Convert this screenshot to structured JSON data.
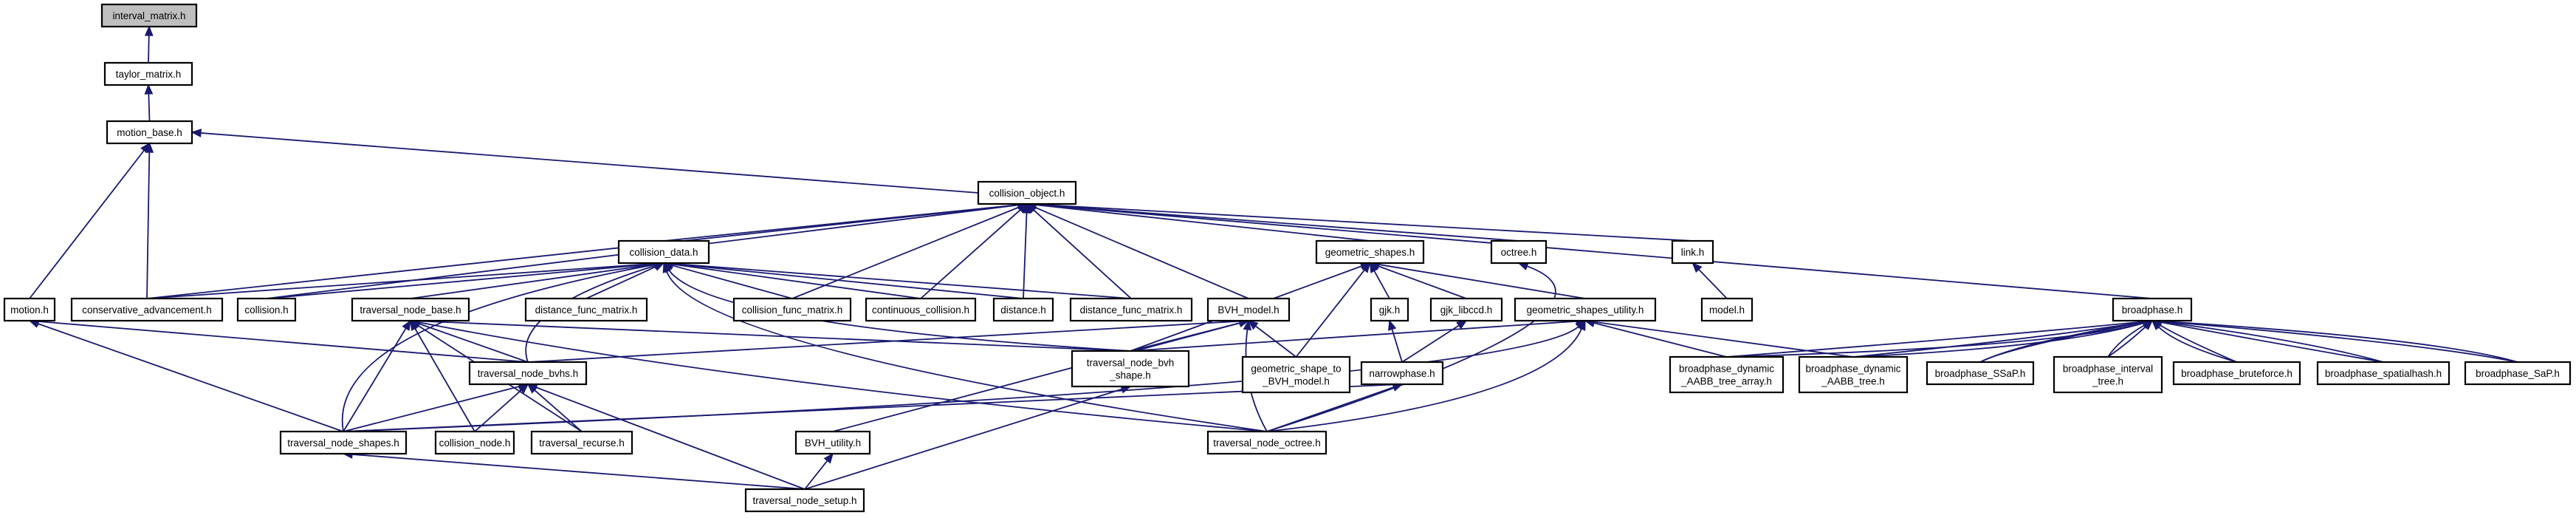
{
  "colors": {
    "edge": "#191970",
    "node_fill": "#ffffff",
    "root_fill": "#bfbfbf",
    "border": "#000000"
  },
  "nodes": [
    {
      "id": "interval_matrix",
      "lines": [
        "interval_matrix.h"
      ],
      "root": true
    },
    {
      "id": "taylor_matrix",
      "lines": [
        "taylor_matrix.h"
      ]
    },
    {
      "id": "motion_base",
      "lines": [
        "motion_base.h"
      ]
    },
    {
      "id": "collision_object",
      "lines": [
        "collision_object.h"
      ]
    },
    {
      "id": "motion",
      "lines": [
        "motion.h"
      ]
    },
    {
      "id": "conservative_advancement",
      "lines": [
        "conservative_advancement.h"
      ]
    },
    {
      "id": "collision",
      "lines": [
        "collision.h"
      ]
    },
    {
      "id": "collision_data",
      "lines": [
        "collision_data.h"
      ]
    },
    {
      "id": "traversal_node_base",
      "lines": [
        "traversal_node_base.h"
      ]
    },
    {
      "id": "distance_func_matrix1",
      "lines": [
        "distance_func_matrix.h"
      ]
    },
    {
      "id": "collision_func_matrix",
      "lines": [
        "collision_func_matrix.h"
      ]
    },
    {
      "id": "continuous_collision",
      "lines": [
        "continuous_collision.h"
      ]
    },
    {
      "id": "distance",
      "lines": [
        "distance.h"
      ]
    },
    {
      "id": "distance_func_matrix2",
      "lines": [
        "distance_func_matrix.h"
      ]
    },
    {
      "id": "bvh_model",
      "lines": [
        "BVH_model.h"
      ]
    },
    {
      "id": "geometric_shapes",
      "lines": [
        "geometric_shapes.h"
      ]
    },
    {
      "id": "octree",
      "lines": [
        "octree.h"
      ]
    },
    {
      "id": "link",
      "lines": [
        "link.h"
      ]
    },
    {
      "id": "model",
      "lines": [
        "model.h"
      ]
    },
    {
      "id": "gjk",
      "lines": [
        "gjk.h"
      ]
    },
    {
      "id": "gjk_libccd",
      "lines": [
        "gjk_libccd.h"
      ]
    },
    {
      "id": "geometric_shapes_utility",
      "lines": [
        "geometric_shapes_utility.h"
      ]
    },
    {
      "id": "broadphase",
      "lines": [
        "broadphase.h"
      ]
    },
    {
      "id": "traversal_node_bvhs",
      "lines": [
        "traversal_node_bvhs.h"
      ]
    },
    {
      "id": "traversal_node_bvh_shape",
      "lines": [
        "traversal_node_bvh",
        "_shape.h"
      ]
    },
    {
      "id": "geometric_shape_to_bvh_model",
      "lines": [
        "geometric_shape_to",
        "_BVH_model.h"
      ]
    },
    {
      "id": "narrowphase",
      "lines": [
        "narrowphase.h"
      ]
    },
    {
      "id": "broadphase_dynamic_aabb_tree_array",
      "lines": [
        "broadphase_dynamic",
        "_AABB_tree_array.h"
      ]
    },
    {
      "id": "broadphase_dynamic_aabb_tree",
      "lines": [
        "broadphase_dynamic",
        "_AABB_tree.h"
      ]
    },
    {
      "id": "broadphase_ssap",
      "lines": [
        "broadphase_SSaP.h"
      ]
    },
    {
      "id": "broadphase_interval_tree",
      "lines": [
        "broadphase_interval",
        "_tree.h"
      ]
    },
    {
      "id": "broadphase_bruteforce",
      "lines": [
        "broadphase_bruteforce.h"
      ]
    },
    {
      "id": "broadphase_spatialhash",
      "lines": [
        "broadphase_spatialhash.h"
      ]
    },
    {
      "id": "broadphase_sap",
      "lines": [
        "broadphase_SaP.h"
      ]
    },
    {
      "id": "traversal_node_shapes",
      "lines": [
        "traversal_node_shapes.h"
      ]
    },
    {
      "id": "collision_node",
      "lines": [
        "collision_node.h"
      ]
    },
    {
      "id": "traversal_recurse",
      "lines": [
        "traversal_recurse.h"
      ]
    },
    {
      "id": "bvh_utility",
      "lines": [
        "BVH_utility.h"
      ]
    },
    {
      "id": "traversal_node_octree",
      "lines": [
        "traversal_node_octree.h"
      ]
    },
    {
      "id": "traversal_node_setup",
      "lines": [
        "traversal_node_setup.h"
      ]
    }
  ]
}
